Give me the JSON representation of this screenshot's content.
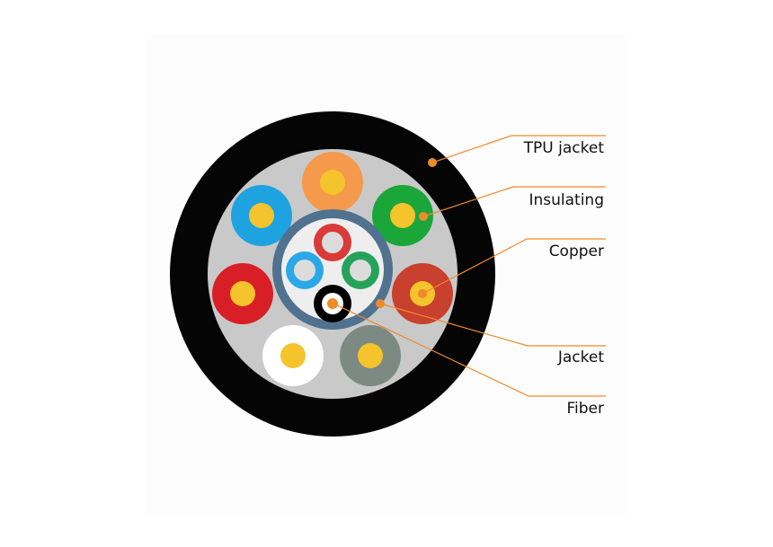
{
  "labels": {
    "tpu_jacket": "TPU jacket",
    "insulating": "Insulating",
    "copper": "Copper",
    "jacket": "Jacket",
    "fiber": "Fiber"
  },
  "colors": {
    "outer_jacket": "#050505",
    "filler": "#c9c9c9",
    "leader_line": "#ef8a2a",
    "copper": "#f5c32b",
    "inner_tube": "#50728f",
    "conductors": [
      "#f59a4c",
      "#1aa639",
      "#c8402e",
      "#7c8a83",
      "#ffffff",
      "#d91f26",
      "#1ea3e0"
    ],
    "fibers": [
      "#d93a3a",
      "#26a35a",
      "#000000",
      "#2aa8e8"
    ]
  }
}
